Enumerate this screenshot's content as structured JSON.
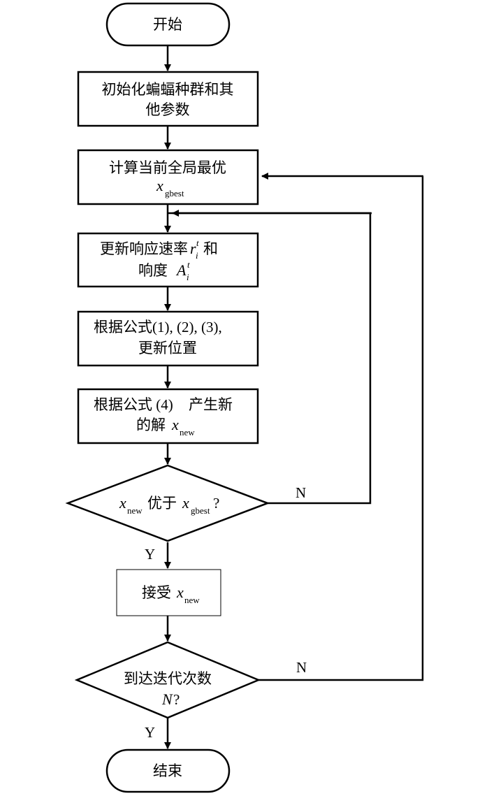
{
  "nodes": {
    "start": {
      "text": "开始"
    },
    "init": {
      "line1": "初始化蝙蝠种群和其",
      "line2": "他参数"
    },
    "gbest": {
      "line1": "计算当前全局最优",
      "var": "x",
      "sub": "gbest"
    },
    "update_rate": {
      "prefix": "更新响应速率",
      "r_var": "r",
      "r_sub": "i",
      "r_sup": "t",
      "suffix": "和",
      "line2_prefix": "响度",
      "a_var": "A",
      "a_sub": "i",
      "a_sup": "t"
    },
    "update_pos": {
      "line1_cjk": "根据公式",
      "line1_eq": " (1), (2), (3),",
      "line2": "更新位置"
    },
    "new_solution": {
      "line1_cjk": "根据公式",
      "line1_eq": " (4) ",
      "line1_tail": "产生新",
      "line2_cjk": "的解",
      "var": "x",
      "sub": "new"
    },
    "decision1": {
      "var1": "x",
      "sub1": "new",
      "middle": "优于",
      "var2": "x",
      "sub2": "gbest",
      "tail": "?"
    },
    "accept": {
      "text": "接受",
      "var": "x",
      "sub": "new"
    },
    "decision2": {
      "line1": "到达迭代次数",
      "var": "N",
      "tail": "?"
    },
    "end": {
      "text": "结束"
    }
  },
  "edge_labels": {
    "d1_no": "N",
    "d1_yes": "Y",
    "d2_no": "N",
    "d2_yes": "Y"
  }
}
